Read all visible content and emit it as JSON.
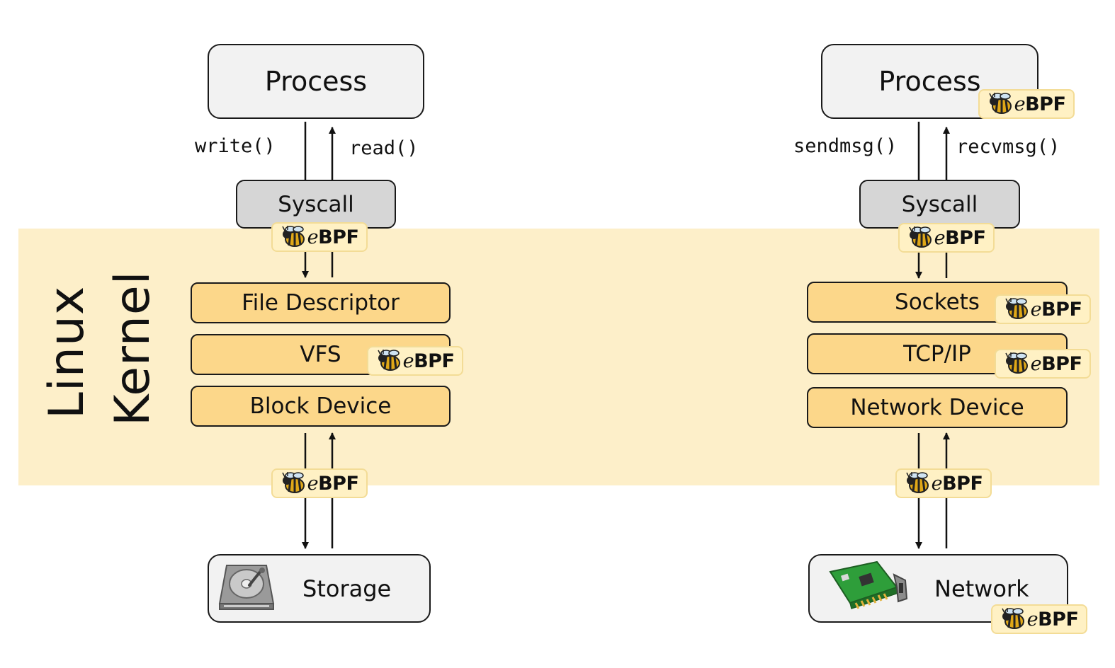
{
  "kernel": {
    "line1": "Linux",
    "line2": "Kernel"
  },
  "storage_stack": {
    "process": "Process",
    "call_down": "write()",
    "call_up": "read()",
    "syscall": "Syscall",
    "layers": [
      "File Descriptor",
      "VFS",
      "Block Device"
    ],
    "device": "Storage"
  },
  "network_stack": {
    "process": "Process",
    "call_down": "sendmsg()",
    "call_up": "recvmsg()",
    "syscall": "Syscall",
    "layers": [
      "Sockets",
      "TCP/IP",
      "Network Device"
    ],
    "device": "Network"
  },
  "badge": {
    "prefix": "e",
    "suffix": "BPF",
    "icon": "bee-icon"
  },
  "colors": {
    "kernel_band": "#fdefc9",
    "layer_fill": "#fcd78a",
    "syscall_fill": "#d6d6d6",
    "box_fill": "#f2f2f2",
    "badge_fill": "#fff1c4"
  }
}
